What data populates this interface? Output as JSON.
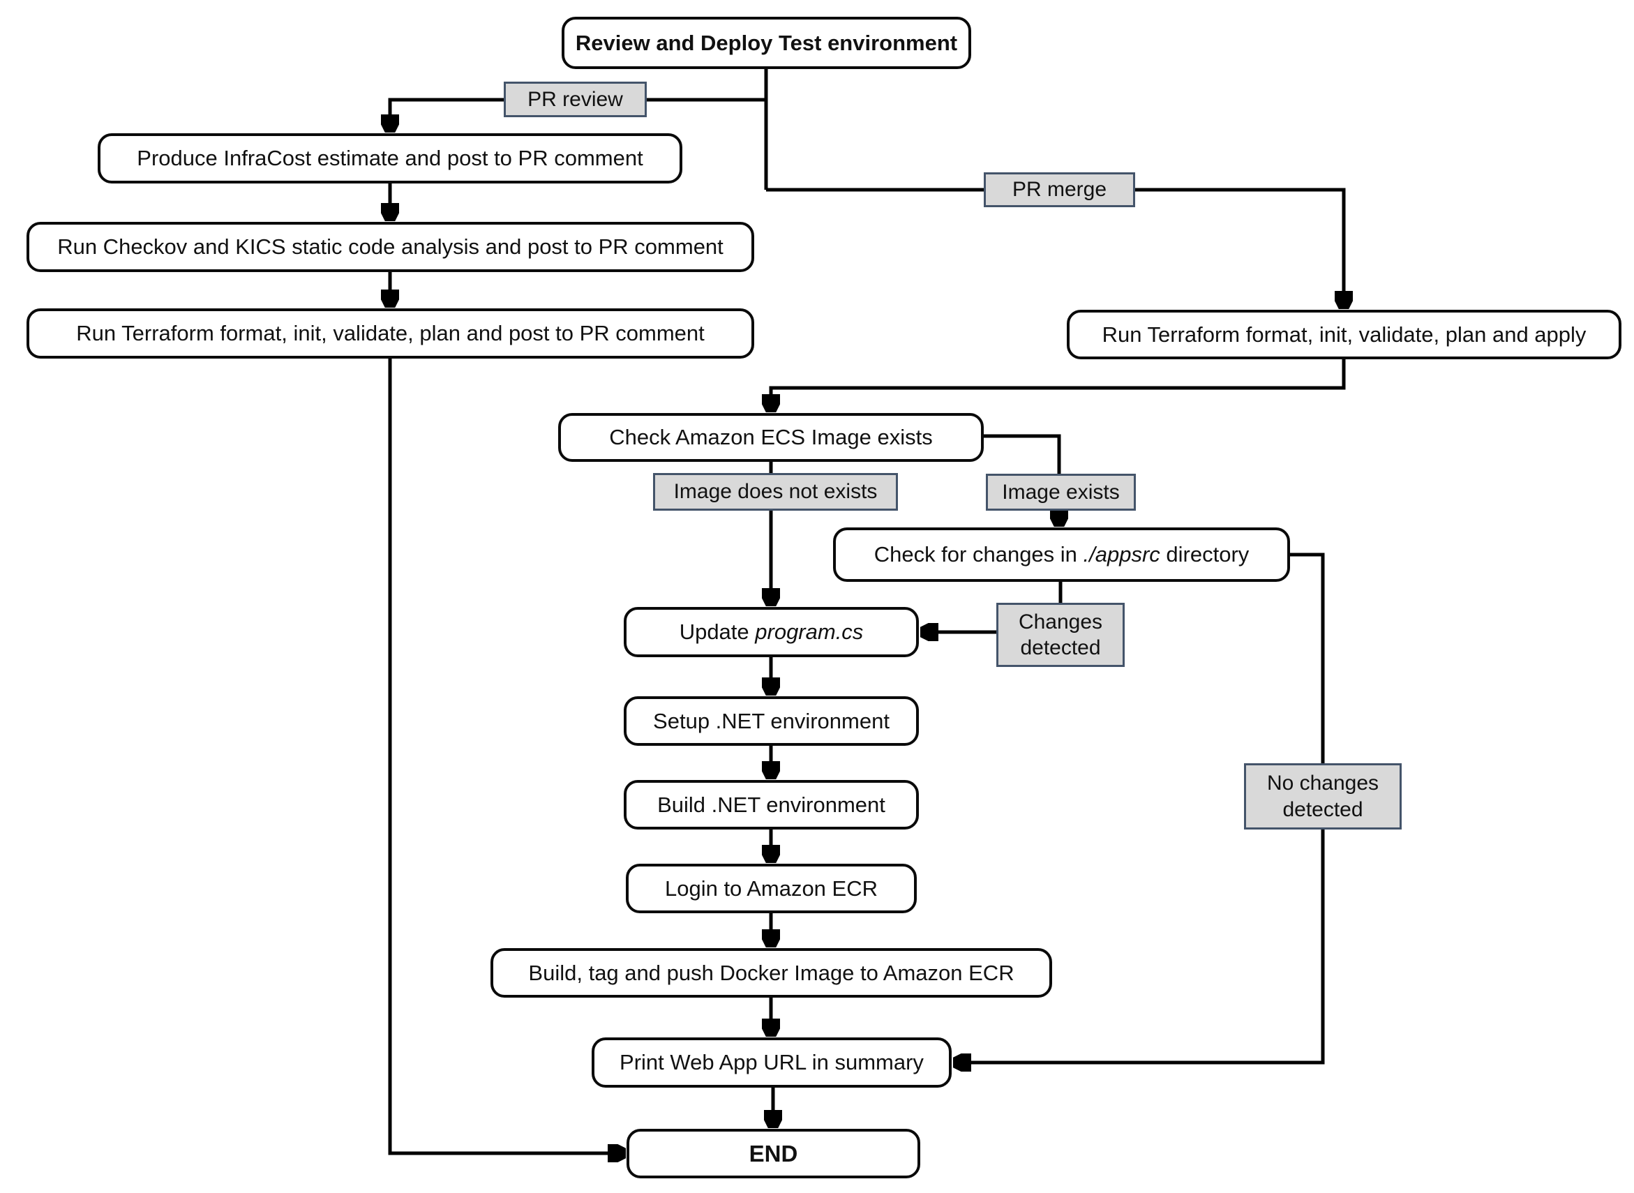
{
  "diagram": {
    "title": "Review and Deploy Test environment",
    "nodes": {
      "title": {
        "label": "Review and Deploy Test environment"
      },
      "infracost": {
        "label": "Produce InfraCost estimate and post to PR comment"
      },
      "checkov": {
        "label": "Run Checkov and KICS static code analysis and post to PR comment"
      },
      "tf_plan": {
        "label": "Run Terraform format, init, validate, plan and post to PR comment"
      },
      "tf_apply": {
        "label": "Run Terraform format, init, validate, plan and apply"
      },
      "check_ecs": {
        "label": "Check Amazon ECS Image exists"
      },
      "check_changes": {
        "prefix": "Check for changes in ",
        "italic": "./appsrc",
        "suffix": " directory"
      },
      "update_program": {
        "prefix": "Update ",
        "italic": "program.cs"
      },
      "setup_net": {
        "label": "Setup .NET environment"
      },
      "build_net": {
        "label": "Build .NET environment"
      },
      "login_ecr": {
        "label": "Login to Amazon ECR"
      },
      "build_push": {
        "label": "Build, tag and push Docker Image to Amazon ECR"
      },
      "print_url": {
        "label": "Print Web App URL in summary"
      },
      "end": {
        "label": "END"
      }
    },
    "edge_labels": {
      "pr_review": "PR review",
      "pr_merge": "PR merge",
      "image_not_exists": "Image does not exists",
      "image_exists": "Image exists",
      "changes_detected": "Changes detected",
      "no_changes_detected": "No changes detected"
    },
    "colors": {
      "background": "#ffffff",
      "node_fill": "#ffffff",
      "node_border": "#000000",
      "edge_label_fill": "#d9d9d9",
      "edge_label_border": "#44546a",
      "line": "#000000"
    }
  }
}
